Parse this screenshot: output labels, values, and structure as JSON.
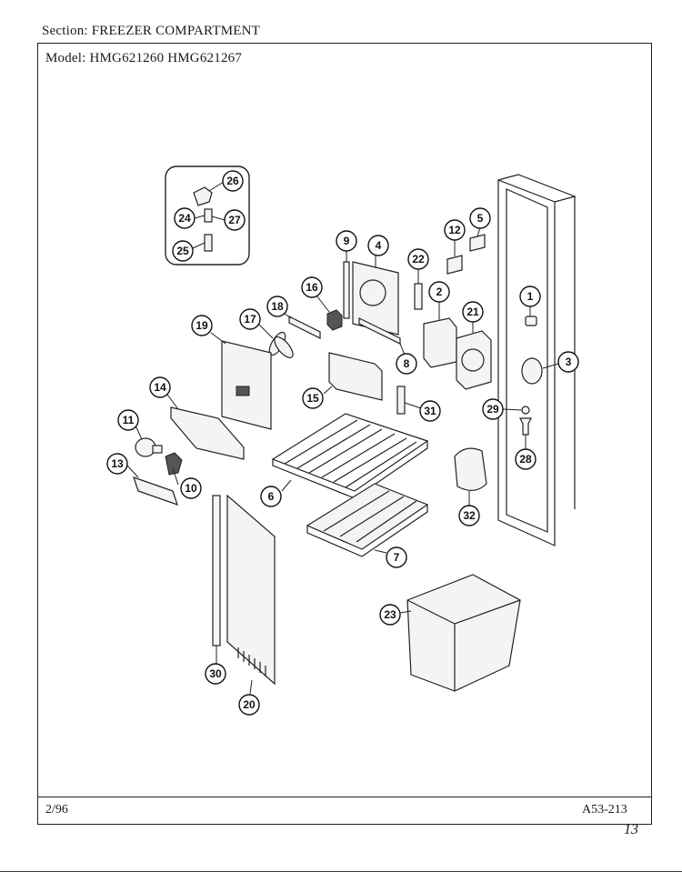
{
  "header": {
    "section_label": "Section:",
    "section_value": "FREEZER COMPARTMENT",
    "model_label": "Model:",
    "model_values": "HMG621260  HMG621267"
  },
  "footer": {
    "date": "2/96",
    "doc_code": "A53-213",
    "page_mark": "13"
  },
  "callouts": {
    "c1": "1",
    "c2": "2",
    "c3": "3",
    "c4": "4",
    "c5": "5",
    "c6": "6",
    "c7": "7",
    "c8": "8",
    "c9": "9",
    "c10": "10",
    "c11": "11",
    "c12": "12",
    "c13": "13",
    "c14": "14",
    "c15": "15",
    "c16": "16",
    "c17": "17",
    "c18": "18",
    "c19": "19",
    "c20": "20",
    "c21": "21",
    "c22": "22",
    "c23": "23",
    "c24": "24",
    "c25": "25",
    "c26": "26",
    "c27": "27",
    "c28": "28",
    "c29": "29",
    "c30": "30",
    "c31": "31",
    "c32": "32"
  }
}
